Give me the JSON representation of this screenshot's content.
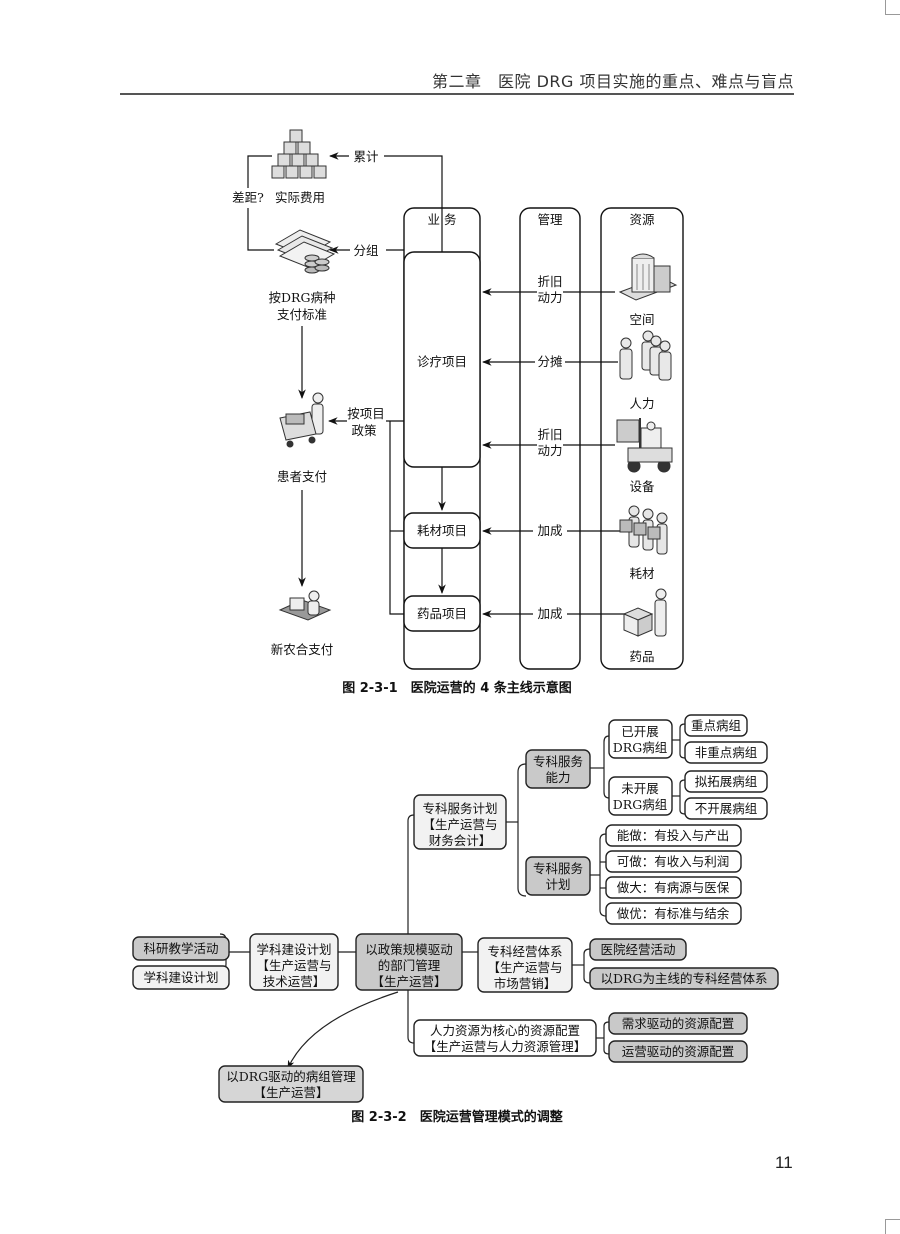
{
  "header": {
    "title": "第二章　医院 DRG 项目实施的重点、难点与盲点"
  },
  "page_number": "11",
  "figure1": {
    "caption": "图 2-3-1　医院运营的 4 条主线示意图",
    "columns": {
      "business": "业 务",
      "management": "管理",
      "resources": "资源"
    },
    "business_items": {
      "diagnosis": "诊疗项目",
      "consumables": "耗材项目",
      "drugs": "药品项目"
    },
    "management_labels": {
      "space_l1": "折旧",
      "space_l2": "动力",
      "labor": "分摊",
      "equip_l1": "折旧",
      "equip_l2": "动力",
      "consumables": "加成",
      "drugs": "加成"
    },
    "resources": {
      "space": "空间",
      "labor": "人力",
      "equipment": "设备",
      "consumables": "耗材",
      "drugs": "药品"
    },
    "left_flow": {
      "accumulate": "累计",
      "gap": "差距?",
      "actual_cost": "实际费用",
      "grouping": "分组",
      "drg_std_l1": "按DRG病种",
      "drg_std_l2": "支付标准",
      "item_policy_l1": "按项目",
      "item_policy_l2": "政策",
      "patient_pay": "患者支付",
      "ncms_pay": "新农合支付"
    }
  },
  "figure2": {
    "caption": "图 2-3-2　医院运营管理模式的调整",
    "center": {
      "l1": "以政策规模驱动",
      "l2": "的部门管理",
      "l3": "【生产运营】"
    },
    "discipline": {
      "l1": "学科建设计划",
      "l2": "【生产运营与",
      "l3": "技术运营】"
    },
    "research": "科研教学活动",
    "discipline_plan": "学科建设计划",
    "specialty_plan": {
      "l1": "专科服务计划",
      "l2": "【生产运营与",
      "l3": "财务会计】"
    },
    "capability": {
      "l1": "专科服务",
      "l2": "能力"
    },
    "service_plan": {
      "l1": "专科服务",
      "l2": "计划"
    },
    "opened": {
      "l1": "已开展",
      "l2": "DRG病组"
    },
    "not_opened": {
      "l1": "未开展",
      "l2": "DRG病组"
    },
    "key_group": "重点病组",
    "non_key_group": "非重点病组",
    "planned_group": "拟拓展病组",
    "no_open_group": "不开展病组",
    "can_do": "能做：有投入与产出",
    "may_do": "可做：有收入与利润",
    "do_big": "做大：有病源与医保",
    "do_best": "做优：有标准与结余",
    "operation": {
      "l1": "专科经营体系",
      "l2": "【生产运营与",
      "l3": "市场营销】"
    },
    "hospital_ops": "医院经营活动",
    "drg_ops": "以DRG为主线的专科经营体系",
    "hr": {
      "l1": "人力资源为核心的资源配置",
      "l2": "【生产运营与人力资源管理】"
    },
    "demand_alloc": "需求驱动的资源配置",
    "ops_alloc": "运营驱动的资源配置",
    "drg_mgmt": {
      "l1": "以DRG驱动的病组管理",
      "l2": "【生产运营】"
    }
  }
}
